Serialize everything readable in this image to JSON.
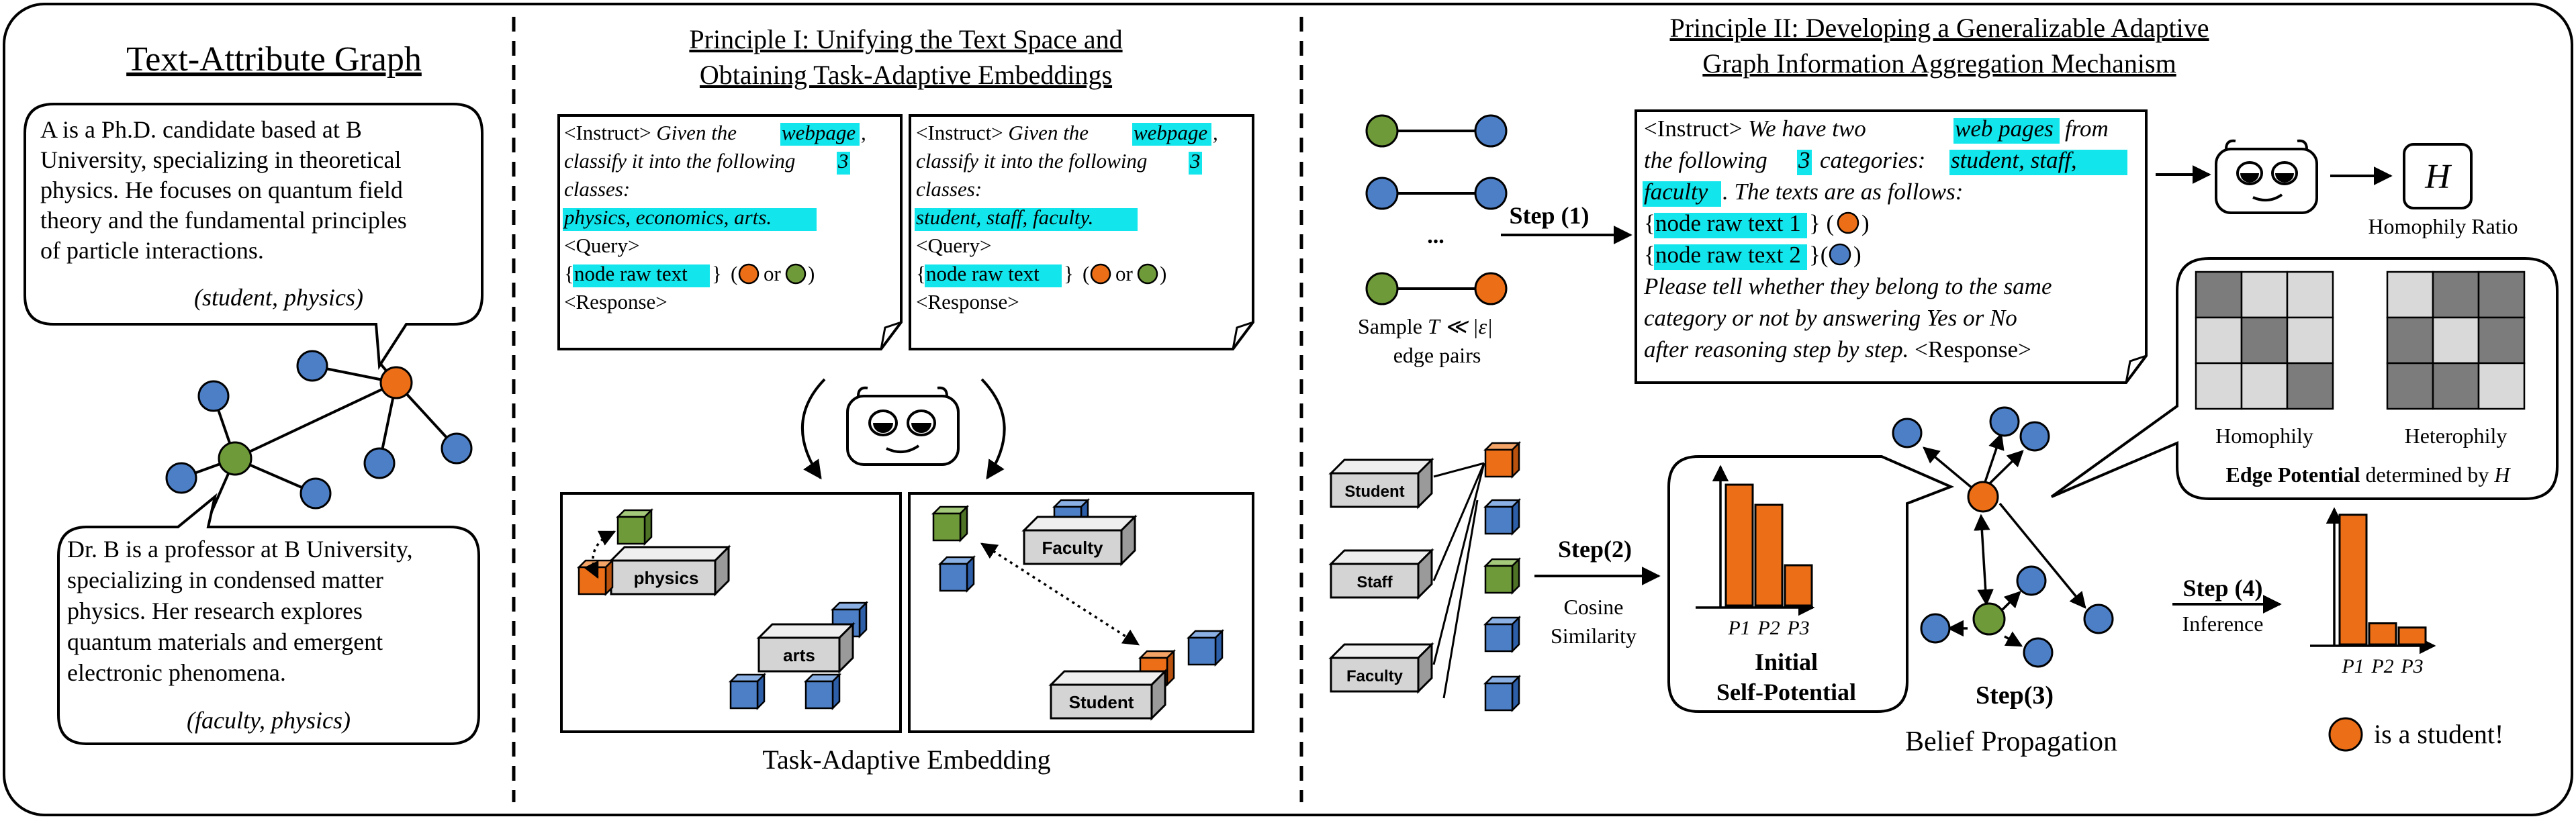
{
  "panel1": {
    "title": "Text-Attribute Graph",
    "bubble_a_lines": [
      "A is a Ph.D. candidate based at B",
      "University, specializing in theoretical",
      "physics. He focuses on quantum field",
      "theory and the fundamental principles",
      "of particle interactions."
    ],
    "bubble_a_tag": "(student, physics)",
    "bubble_b_lines": [
      "Dr. B is a professor at B University,",
      "specializing in condensed matter",
      "physics. Her research explores",
      "quantum materials and emergent",
      "electronic phenomena."
    ],
    "bubble_b_tag": "(faculty, physics)"
  },
  "panel2": {
    "title_line1": "Principle I: Unifying the Text Space and",
    "title_line2": "Obtaining Task-Adaptive Embeddings",
    "card1": {
      "instruct": "<Instruct>",
      "l1_pre": "Given the",
      "l1_hl": "webpage",
      "l1_post": ",",
      "l2_pre": "classify it into the following",
      "l2_hl": "3",
      "l3": "classes:",
      "l4_hl": "physics, economics, arts.",
      "query": "<Query>",
      "raw_open": "{",
      "raw_hl": "node raw text",
      "raw_close": "}",
      "or": "or",
      "response": "<Response>"
    },
    "card2": {
      "instruct": "<Instruct>",
      "l1_pre": "Given the",
      "l1_hl": "webpage",
      "l1_post": ",",
      "l2_pre": "classify it into the following",
      "l2_hl": "3",
      "l3": "classes:",
      "l4_hl": "student, staff,  faculty.",
      "query": "<Query>",
      "raw_open": "{",
      "raw_hl": "node raw text",
      "raw_close": "}",
      "or": "or",
      "response": "<Response>"
    },
    "box1_labels": [
      "physics",
      "arts"
    ],
    "box2_labels": [
      "Faculty",
      "Student"
    ],
    "caption": "Task-Adaptive Embedding"
  },
  "panel3": {
    "title_line1": "Principle II: Developing a Generalizable Adaptive",
    "title_line2": "Graph Information Aggregation Mechanism",
    "dots": "...",
    "sample_line1_pre": "Sample",
    "sample_line1_math": "T ≪ |ε|",
    "sample_line2": "edge pairs",
    "step1": "Step (1)",
    "prompt": {
      "l1_a": "<Instruct>",
      "l1_b": "We have two",
      "l1_hl": "web pages",
      "l1_c": "from",
      "l2_a": "the following",
      "l2_hl1": "3",
      "l2_b": "categories:",
      "l2_hl2": "student,  staff,",
      "l3_hl": "faculty",
      "l3_b": ". The texts are as follows:",
      "l4_hl": "node raw text 1",
      "l5_hl": "node raw text 2",
      "l6": "Please tell whether they belong to the same",
      "l7": "category or not by answering Yes or No",
      "l8_a": "after reasoning step by step.",
      "l8_b": "<Response>"
    },
    "h_symbol": "H",
    "homophily_ratio": "Homophily Ratio",
    "homophily": "Homophily",
    "heterophily": "Heterophily",
    "edge_potential_bold": "Edge Potential",
    "edge_potential_rest": "determined by",
    "edge_potential_h": "H",
    "cube_labels": [
      "Student",
      "Staff",
      "Faculty"
    ],
    "step2": "Step(2)",
    "cosine_1": "Cosine",
    "cosine_2": "Similarity",
    "p_labels": [
      "P1",
      "P2",
      "P3"
    ],
    "initial_1": "Initial",
    "initial_2": "Self-Potential",
    "step3": "Step(3)",
    "belief": "Belief  Propagation",
    "step4": "Step (4)",
    "inference": "Inference",
    "result": "is a student!"
  },
  "chart_data": [
    {
      "type": "bar",
      "categories": [
        "P1",
        "P2",
        "P3"
      ],
      "values": [
        0.9,
        0.75,
        0.3
      ]
    },
    {
      "type": "bar",
      "categories": [
        "P1",
        "P2",
        "P3"
      ],
      "values": [
        0.92,
        0.15,
        0.12
      ]
    }
  ],
  "colors": {
    "orange": "#ec6f18",
    "green": "#6f9a39",
    "blue": "#4d7fc7",
    "highlight": "#12e6ec",
    "dark_cell": "#7c7c7c",
    "light_cell": "#d9d9d9",
    "tag_box": "#d4d4d4"
  }
}
